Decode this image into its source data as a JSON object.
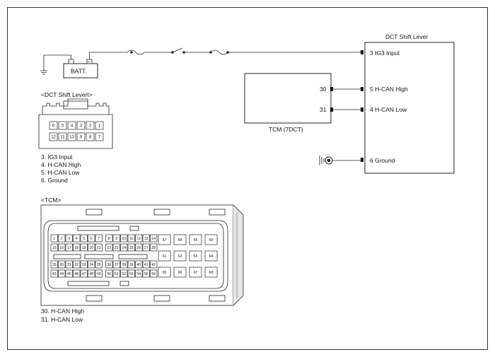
{
  "battery": {
    "label": "BATT.",
    "minus": "-",
    "plus": "+"
  },
  "shift_lever_module": {
    "title": "DCT Shift Lever",
    "pins": [
      {
        "label": "3 IG3 Input"
      },
      {
        "label": "5 H-CAN High"
      },
      {
        "label": "4 H-CAN Low"
      },
      {
        "label": "6 Ground"
      }
    ]
  },
  "tcm_module": {
    "title": "TCM (7DCT)",
    "pins": [
      {
        "number": "30"
      },
      {
        "number": "31"
      }
    ]
  },
  "shift_connector": {
    "title": "<DCT Shift Levert>",
    "top_row": [
      "6",
      "5",
      "4",
      "3",
      "2",
      "1"
    ],
    "bottom_row": [
      "12",
      "11",
      "10",
      "9",
      "8",
      "7"
    ],
    "pin_legend": [
      "3. IG3 Input",
      "4. H-CAN High",
      "5. H-CAN Low",
      "6. Ground"
    ]
  },
  "tcm_connector": {
    "title": "<TCM>",
    "row1": [
      "1",
      "2",
      "3",
      "4",
      "5",
      "6",
      "7",
      "8",
      "9",
      "10",
      "11",
      "12",
      "13",
      "14"
    ],
    "row2": [
      "15",
      "16",
      "17",
      "18",
      "19",
      "20",
      "21",
      "22",
      "23",
      "24",
      "25",
      "26",
      "27",
      "28"
    ],
    "row3": [
      "29",
      "30",
      "31",
      "32",
      "33",
      "34",
      "35",
      "36",
      "37",
      "38",
      "39",
      "40",
      "41",
      "42"
    ],
    "row4": [
      "43",
      "44",
      "45",
      "46",
      "47",
      "48",
      "49",
      "50",
      "51",
      "52",
      "53",
      "54",
      "55",
      "56"
    ],
    "large_top": [
      "57",
      "58",
      "59",
      "60"
    ],
    "large_mid1": [
      "61",
      "62",
      "63",
      "64"
    ],
    "large_bottom": [
      "65",
      "66",
      "67",
      "68"
    ],
    "pin_legend": [
      "30. H-CAN High",
      "31. H-CAN Low"
    ]
  }
}
